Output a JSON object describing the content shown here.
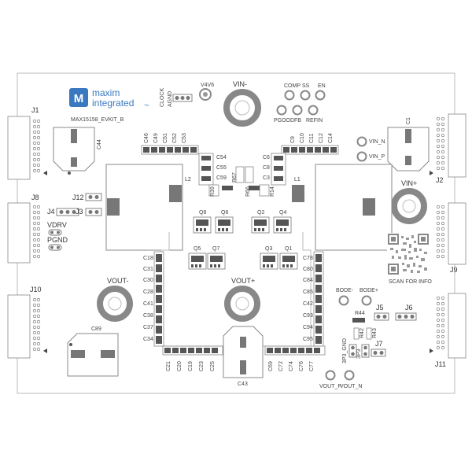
{
  "brand": {
    "logo_text_line1": "maxim",
    "logo_text_line2": "integrated",
    "tm": "TM",
    "logo_color": "#3a79c0",
    "board_name": "MAX15158_EVKIT_B"
  },
  "connectors": {
    "j1": "J1",
    "j2": "J2",
    "j8": "J8",
    "j9": "J9",
    "j10": "J10",
    "j11": "J11",
    "j12": "J12",
    "j3": "J3",
    "j4": "J4",
    "j5": "J5",
    "j6": "J6",
    "j7": "J7"
  },
  "nets": {
    "vdrv": "VDRV",
    "pgnd": "PGND",
    "clock": "CLOCK",
    "agnd": "AGND",
    "v4v6": "V4V6",
    "vin_minus": "VIN-",
    "vin_plus": "VIN+",
    "vin_n": "VIN_N",
    "vin_p": "VIN_P",
    "comp": "COMP",
    "ss": "SS",
    "en": "EN",
    "pgood": "PGOOD",
    "fb": "FB",
    "refin": "REFIN",
    "vout_minus": "VOUT-",
    "vout_plus": "VOUT+",
    "bode_minus": "BODE-",
    "bode_plus": "BODE+",
    "gnd_3p3": "3P3_GND",
    "p3p3": "3P3",
    "vout_p": "VOUT_P",
    "vout_n": "VOUT_N",
    "scan": "SCAN FOR INFO"
  },
  "components": {
    "l1": "L1",
    "l2": "L2",
    "c1": "C1",
    "c44": "C44",
    "c89": "C89",
    "c43": "C43",
    "q1": "Q1",
    "q2": "Q2",
    "q3": "Q3",
    "q4": "Q4",
    "q5": "Q5",
    "q6": "Q6",
    "q7": "Q7",
    "q8": "Q8",
    "r39": "R39",
    "r67": "R67",
    "r66": "R66",
    "r14": "R14",
    "r44": "R44",
    "r42": "R42",
    "r43": "R43",
    "c54": "C54",
    "c55": "C55",
    "c59": "C59",
    "c6": "C6",
    "c8": "C8",
    "c3": "C3",
    "top_left_caps": [
      "C46",
      "C49",
      "C51",
      "C52",
      "C53"
    ],
    "top_right_caps": [
      "C9",
      "C10",
      "C11",
      "C12",
      "C14"
    ],
    "left_col_caps": [
      "C18",
      "C31",
      "C30",
      "C28",
      "C41",
      "C38",
      "C37",
      "C34"
    ],
    "right_col_caps": [
      "C78",
      "C80",
      "C84",
      "C85",
      "C42",
      "C93",
      "C94",
      "C95"
    ],
    "bottom_left_caps": [
      "C21",
      "C20",
      "C19",
      "C23",
      "C25"
    ],
    "bottom_right_caps": [
      "C69",
      "C72",
      "C74",
      "C76",
      "C77"
    ]
  }
}
